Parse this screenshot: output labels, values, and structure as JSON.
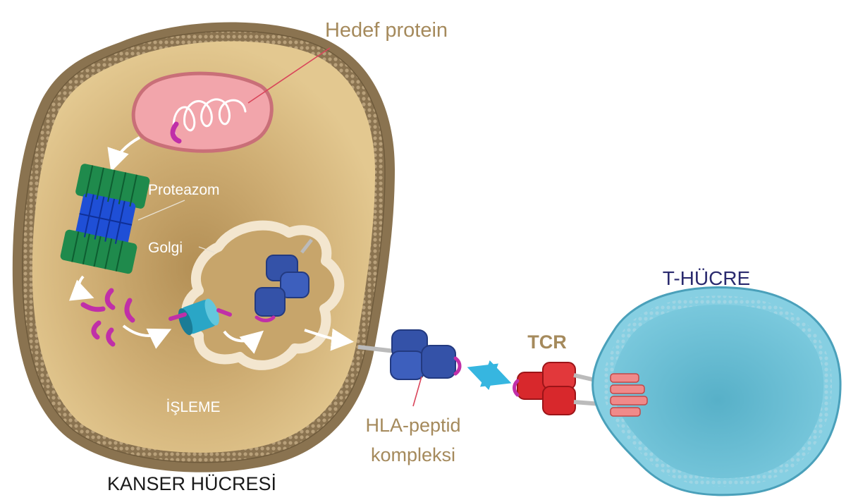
{
  "labels": {
    "target_protein": "Hedef protein",
    "proteasome": "Proteazom",
    "golgi": "Golgi",
    "processing": "İŞLEME",
    "cancer_cell": "KANSER HÜCRESİ",
    "hla_line1": "HLA-peptid",
    "hla_line2": "kompleksi",
    "tcr": "TCR",
    "t_cell": "T-HÜCRE"
  },
  "colors": {
    "cell_membrane": "#8a7350",
    "cytoplasm": "#d8b67c",
    "mitochondrion": "#f2a5ab",
    "proteasome_outer": "#1f8a4c",
    "proteasome_inner": "#1f4fd6",
    "peptide": "#c02fa8",
    "hla": "#3452a8",
    "tcr": "#d8282c",
    "t_cell": "#5ab6d0",
    "label_brown": "#a58a5c",
    "label_navy": "#2a2a6e",
    "connector": "#d9455a",
    "double_arrow": "#36b6e0"
  }
}
